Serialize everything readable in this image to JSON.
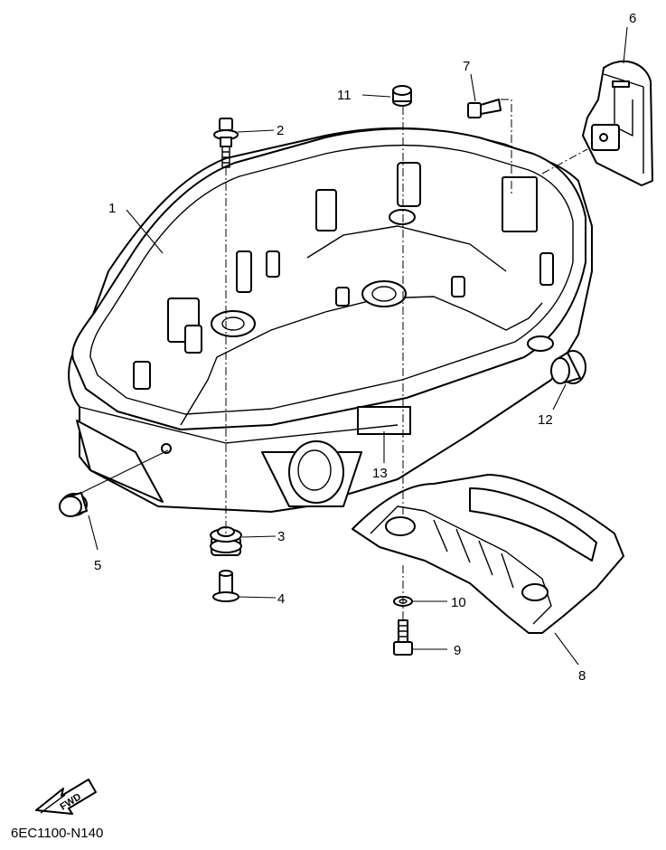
{
  "diagram_code": "6EC1100-N140",
  "fwd_label": "FWD",
  "callouts": [
    "1",
    "2",
    "3",
    "4",
    "5",
    "6",
    "7",
    "8",
    "9",
    "10",
    "11",
    "12",
    "13"
  ]
}
